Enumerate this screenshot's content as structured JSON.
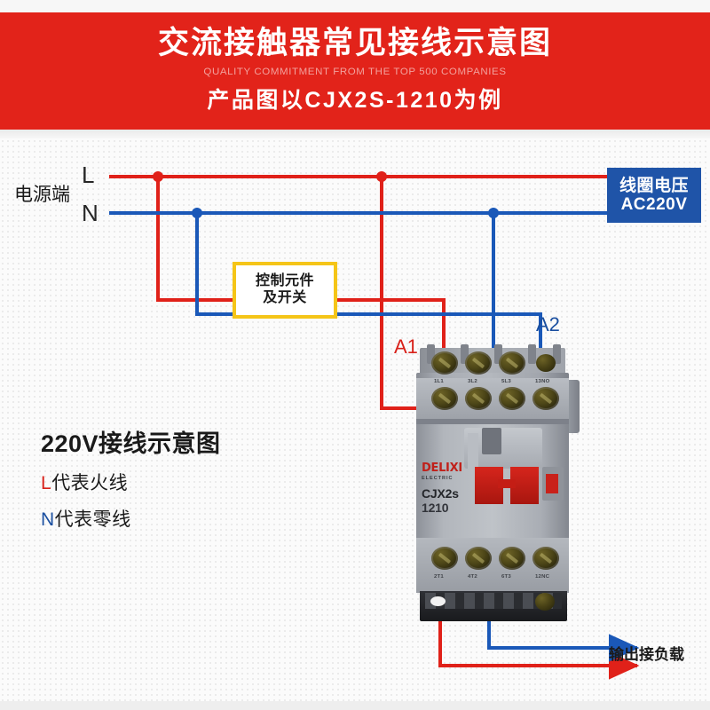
{
  "banner": {
    "title": "交流接触器常见接线示意图",
    "subtitle": "QUALITY COMMITMENT FROM THE TOP 500 COMPANIES",
    "model_line": "产品图以CJX2S-1210为例",
    "bg_color": "#e2231a"
  },
  "diagram": {
    "source_label": "电源端",
    "line_L": "L",
    "line_N": "N",
    "coil_box": {
      "line1": "线圈电压",
      "line2": "AC220V",
      "bg_color": "#1f54a8"
    },
    "control_box": {
      "line1": "控制元件",
      "line2": "及开关",
      "border_color": "#f5c518"
    },
    "terminal_A1": "A1",
    "terminal_A2": "A2",
    "output_label": "输出接负载",
    "wire_colors": {
      "live": "#e02119",
      "neutral": "#1a58b8"
    }
  },
  "legend": {
    "title": "220V接线示意图",
    "rows": [
      {
        "key": "L",
        "text": "代表火线",
        "color": "#d8211a"
      },
      {
        "key": "N",
        "text": "代表零线",
        "color": "#1a4fa0"
      }
    ]
  },
  "device": {
    "brand": "DELIXI",
    "brand_sub": "ELECTRIC",
    "model_line1": "CJX2s",
    "model_line2": "1210",
    "top_terminals": [
      "1L1",
      "3L2",
      "5L3",
      "13NO"
    ],
    "bottom_terminals": [
      "2T1",
      "4T2",
      "6T3",
      "12NC"
    ]
  }
}
